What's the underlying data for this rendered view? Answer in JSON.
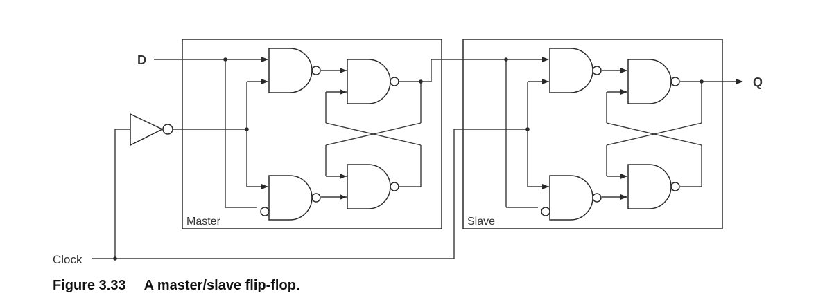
{
  "inputs": {
    "d_label": "D",
    "clock_label": "Clock"
  },
  "output": {
    "q_label": "Q"
  },
  "blocks": {
    "master_label": "Master",
    "slave_label": "Slave"
  },
  "caption": {
    "number": "Figure 3.33",
    "title": "A master/slave flip-flop."
  }
}
